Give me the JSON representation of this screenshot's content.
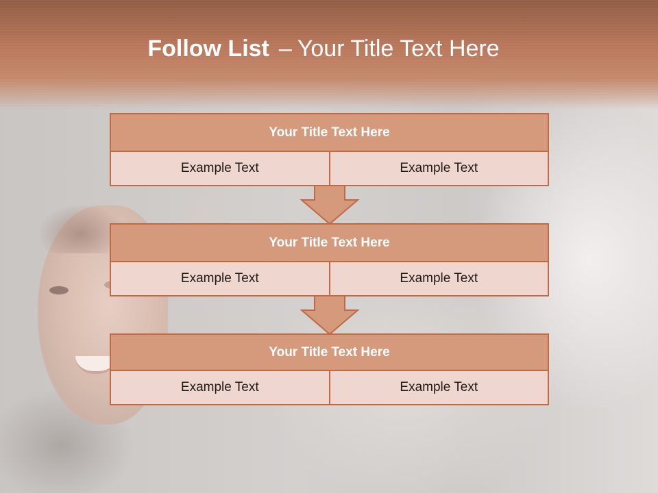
{
  "slide": {
    "title_bold": "Follow List",
    "title_dash": "–",
    "title_rest": "Your Title Text Here"
  },
  "steps": [
    {
      "header": "Your Title Text Here",
      "left": "Example Text",
      "right": "Example Text"
    },
    {
      "header": "Your Title Text Here",
      "left": "Example Text",
      "right": "Example Text"
    },
    {
      "header": "Your Title Text Here",
      "left": "Example Text",
      "right": "Example Text"
    }
  ],
  "colors": {
    "header_band": "#b8765a",
    "box_header_fill": "#d49a7b",
    "box_cell_fill": "#efd7d0",
    "box_border": "#c06a45",
    "arrow_fill": "#d49a7b"
  }
}
